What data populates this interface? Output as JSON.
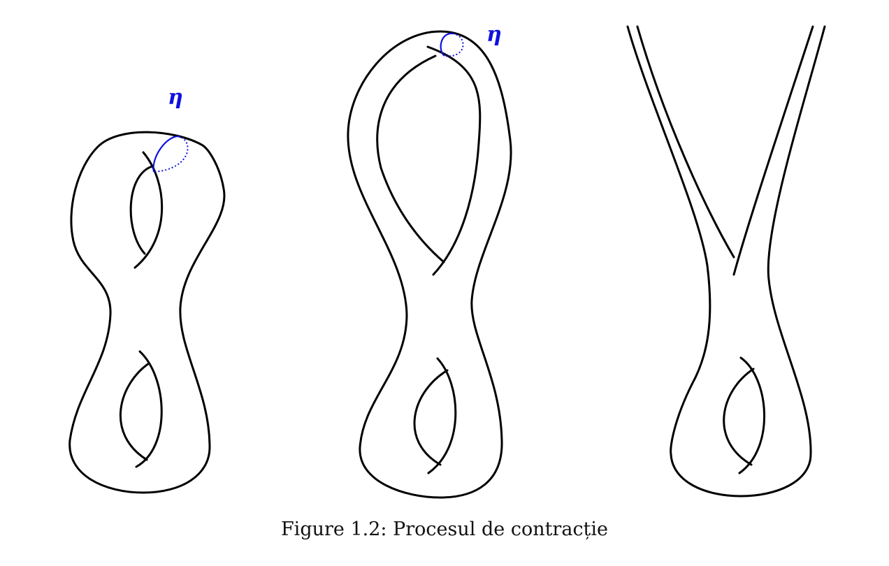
{
  "figure": {
    "caption": "Figure 1.2: Procesul de contracție",
    "labels": {
      "eta_left": "η",
      "eta_middle": "η"
    },
    "colors": {
      "curve": "#000000",
      "loop": "#1010e0"
    }
  }
}
